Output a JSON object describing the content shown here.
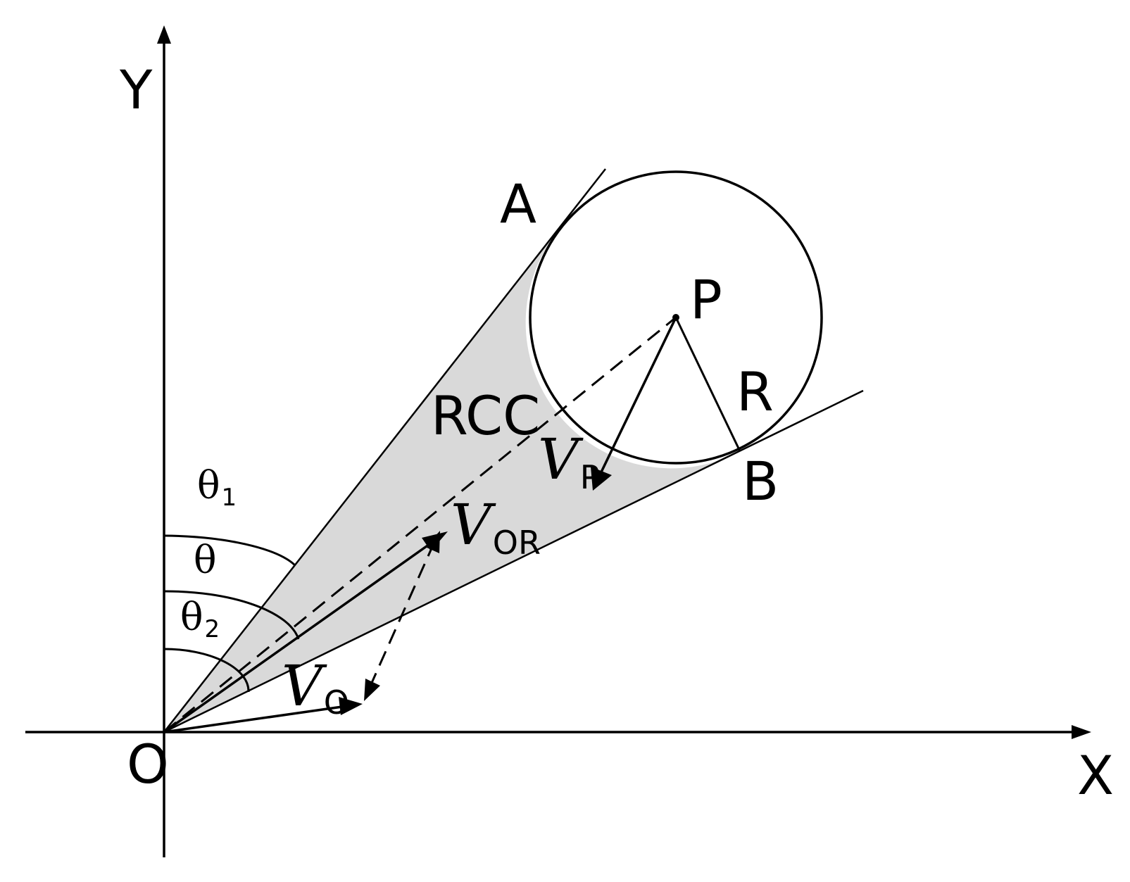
{
  "diagram": {
    "colors": {
      "ink": "#000000",
      "cone_fill": "#d9d9d9",
      "background": "#ffffff"
    },
    "axes": {
      "x_label": "X",
      "y_label": "Y",
      "origin_label": "O"
    },
    "points": {
      "a_label": "A",
      "b_label": "B",
      "p_label": "P",
      "r_label": "R"
    },
    "region": {
      "label": "RCC"
    },
    "vectors": {
      "vp": {
        "main": "V",
        "sub": "P"
      },
      "vor": {
        "main": "V",
        "sub": "OR"
      },
      "vo": {
        "main": "V",
        "sub": "O"
      }
    },
    "angles": {
      "theta1": {
        "main": "θ",
        "sub": "1"
      },
      "theta": {
        "main": "θ"
      },
      "theta2": {
        "main": "θ",
        "sub": "2"
      }
    }
  }
}
